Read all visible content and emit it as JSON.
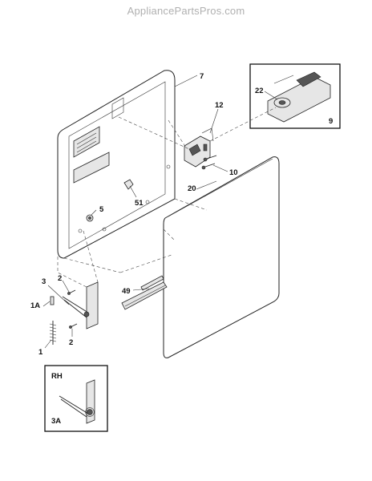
{
  "watermark": "AppliancePartsPros.com",
  "callouts": {
    "p7": "7",
    "p12": "12",
    "p22": "22",
    "p9": "9",
    "p10": "10",
    "p20": "20",
    "p51": "51",
    "p5": "5",
    "p3": "3",
    "p2a": "2",
    "p1a": "1A",
    "p49": "49",
    "p2b": "2",
    "p1": "1",
    "rh": "RH",
    "p3a": "3A"
  },
  "colors": {
    "line": "#222222",
    "watermark": "#b0b0b0"
  }
}
